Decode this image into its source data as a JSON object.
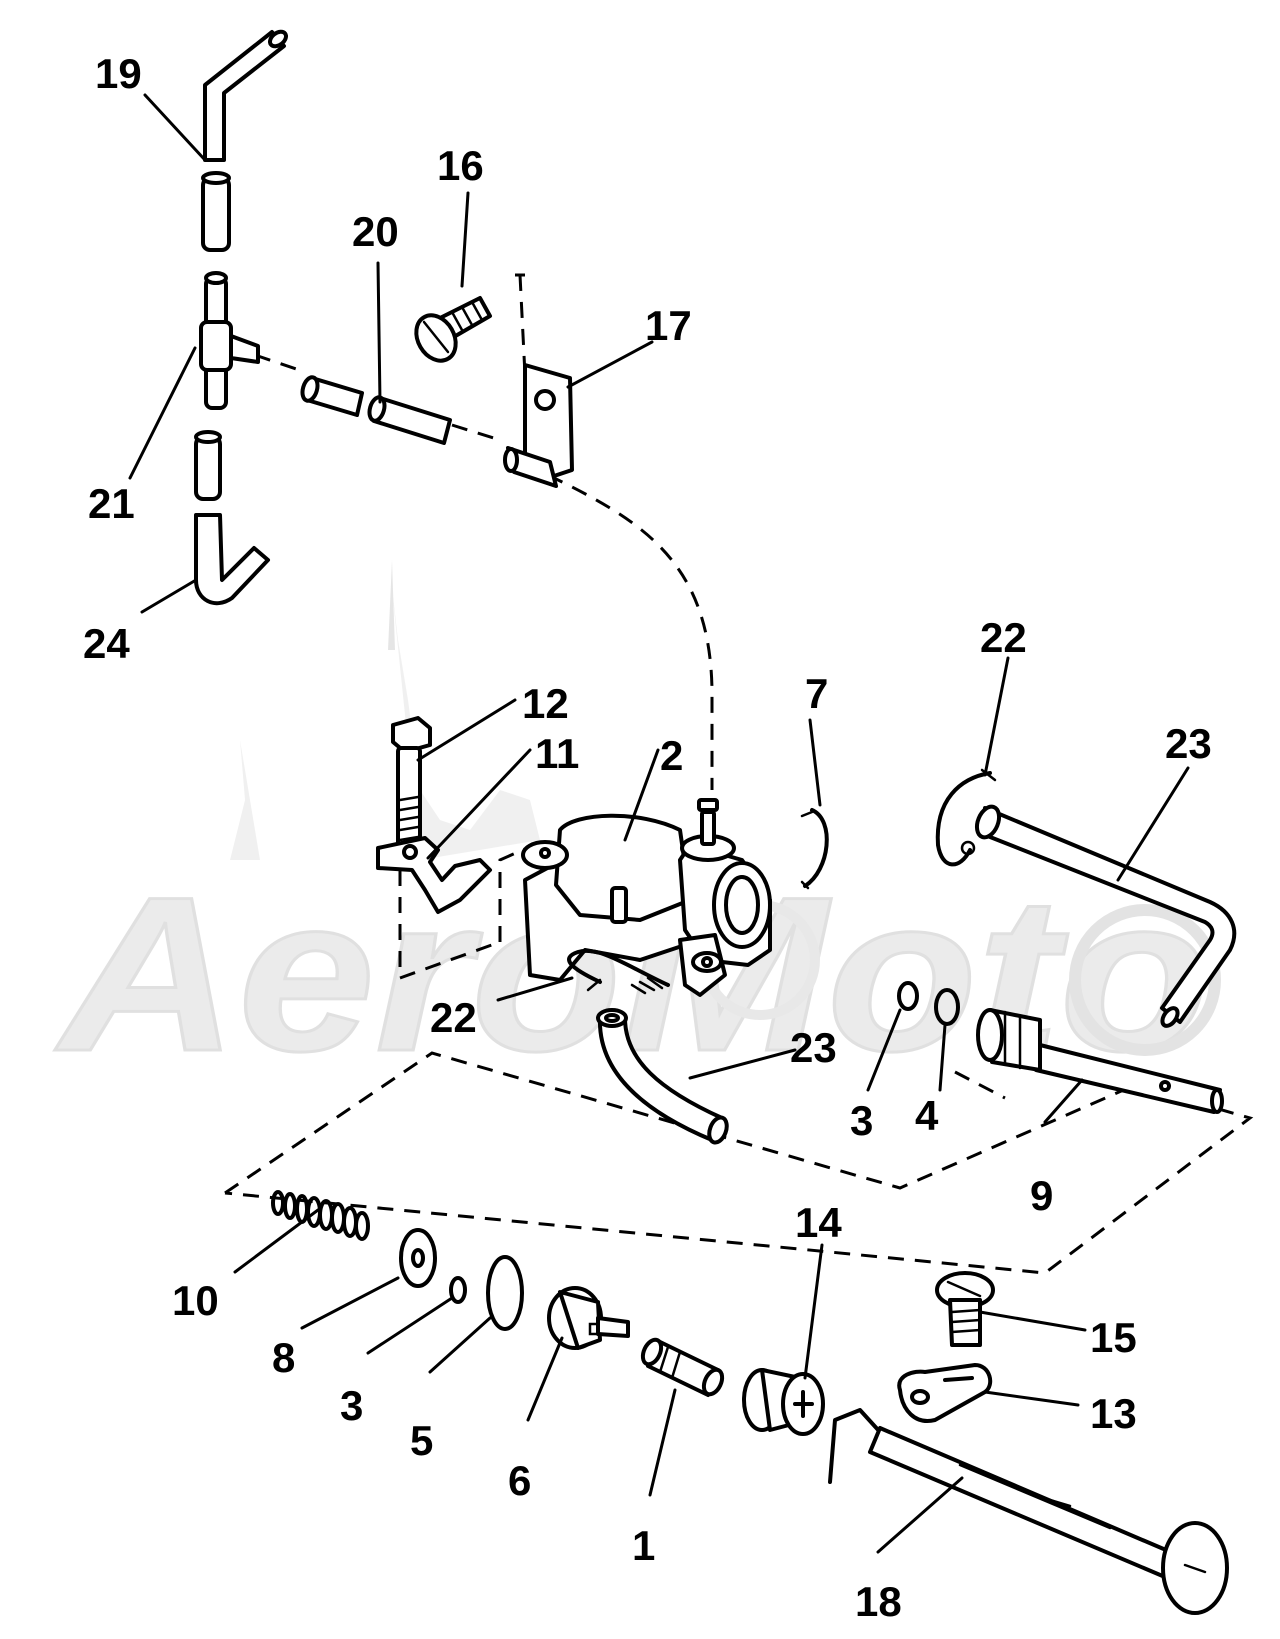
{
  "watermark": {
    "brand_text": "AeroMoto",
    "color": "#e6e6e6"
  },
  "colors": {
    "ink": "#000000",
    "paper": "#ffffff"
  },
  "callouts": [
    {
      "id": "c19a",
      "label": "19"
    },
    {
      "id": "c16",
      "label": "16"
    },
    {
      "id": "c20",
      "label": "20"
    },
    {
      "id": "c17",
      "label": "17"
    },
    {
      "id": "c21",
      "label": "21"
    },
    {
      "id": "c24",
      "label": "24"
    },
    {
      "id": "c22a",
      "label": "22"
    },
    {
      "id": "c12",
      "label": "12"
    },
    {
      "id": "c11",
      "label": "11"
    },
    {
      "id": "c2",
      "label": "2"
    },
    {
      "id": "c7",
      "label": "7"
    },
    {
      "id": "c23a",
      "label": "23"
    },
    {
      "id": "c22b",
      "label": "22"
    },
    {
      "id": "c23b",
      "label": "23"
    },
    {
      "id": "c3a",
      "label": "3"
    },
    {
      "id": "c4",
      "label": "4"
    },
    {
      "id": "c9",
      "label": "9"
    },
    {
      "id": "c14",
      "label": "14"
    },
    {
      "id": "c15",
      "label": "15"
    },
    {
      "id": "c10",
      "label": "10"
    },
    {
      "id": "c8",
      "label": "8"
    },
    {
      "id": "c3b",
      "label": "3"
    },
    {
      "id": "c5",
      "label": "5"
    },
    {
      "id": "c6",
      "label": "6"
    },
    {
      "id": "c1",
      "label": "1"
    },
    {
      "id": "c13",
      "label": "13"
    },
    {
      "id": "c18",
      "label": "18"
    }
  ]
}
